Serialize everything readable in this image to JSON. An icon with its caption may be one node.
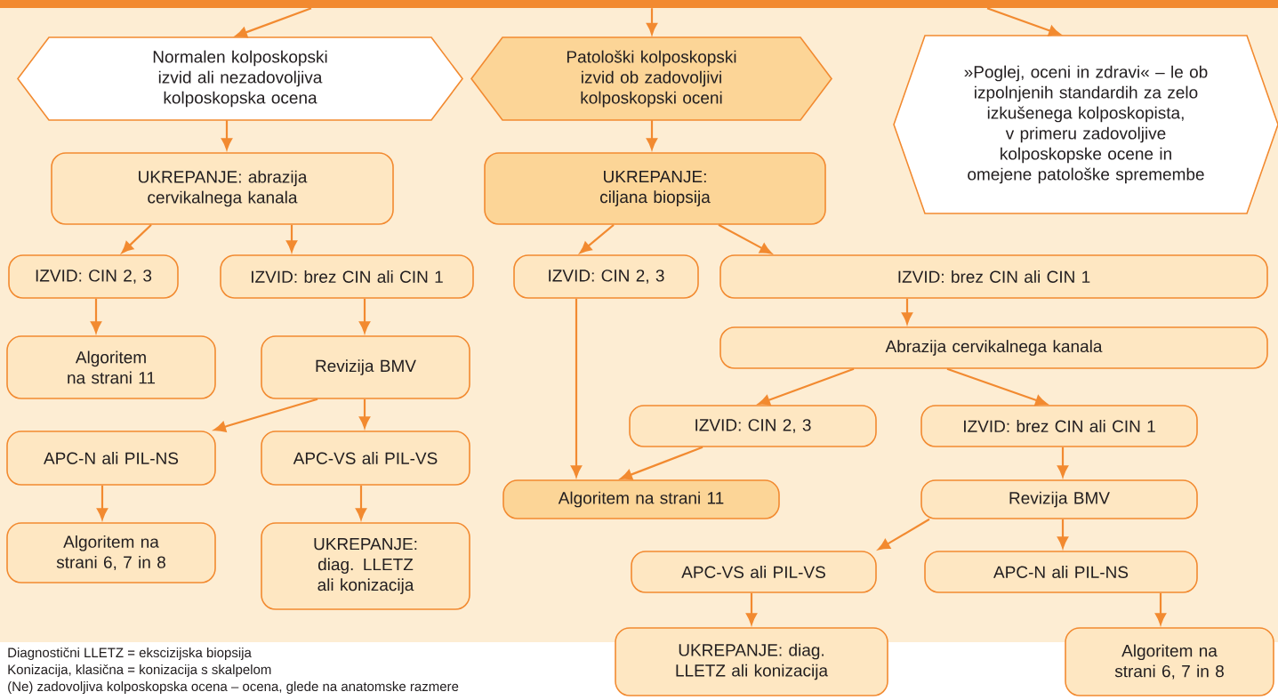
{
  "diagram": {
    "nodes": [
      {
        "text": [],
        "shape": "bar"
      },
      {
        "text": [
          "Normalen kolposkopski izvid ali nezadovoljiva kolposkopska ocena"
        ]
      },
      {
        "text": [
          "Patološki kolposkopski izvid ob zadovoljivi kolposkopski oceni"
        ]
      },
      {
        "text": [
          "»Poglej, oceni in zdravi« – le ob izpolnjenih standardih za zelo izkušenega kolposkopista, v primeru zadovoljive kolposkopske ocene in omejene patološke spremembe"
        ]
      },
      {
        "text": [
          "UKREPANJE: abrazija cervikalnega kanala"
        ]
      },
      {
        "text": [
          "UKREPANJE: ciljana biopsija"
        ]
      },
      {
        "text": [
          "IZVID: CIN 2, 3"
        ]
      },
      {
        "text": [
          "IZVID: brez CIN ali CIN 1"
        ]
      },
      {
        "text": [
          "IZVID: CIN 2, 3"
        ]
      },
      {
        "text": [
          "IZVID: brez CIN ali CIN 1"
        ]
      },
      {
        "text": [
          "Algoritem na strani 11"
        ]
      },
      {
        "text": [
          "Revizija BMV"
        ]
      },
      {
        "text": [
          "Abrazija cervikalnega kanala"
        ]
      },
      {
        "text": [
          "IZVID: CIN 2, 3"
        ]
      },
      {
        "text": [
          "IZVID: brez CIN ali CIN 1"
        ]
      },
      {
        "text": [
          "APC-N ali PIL-NS"
        ]
      },
      {
        "text": [
          "APC-VS ali PIL-VS"
        ]
      },
      {
        "text": [
          "Algoritem na strani 11"
        ]
      },
      {
        "text": [
          "Revizija BMV"
        ]
      },
      {
        "text": [
          "Algoritem na strani 6, 7 in 8"
        ]
      },
      {
        "text": [
          "UKREPANJE: diag. LLETZ ali konizacija"
        ]
      },
      {
        "text": [
          "APC-VS ali PIL-VS"
        ]
      },
      {
        "text": [
          "APC-N ali PIL-NS"
        ]
      },
      {
        "text": [
          "UKREPANJE: diag. LLETZ ali konizacija"
        ]
      },
      {
        "text": [
          "Algoritem na strani 6, 7 in 8"
        ]
      }
    ],
    "edges": [
      {
        "from": 0,
        "to": 1,
        "arrow": "to"
      },
      {
        "from": 0,
        "to": 2,
        "arrow": "to"
      },
      {
        "from": 0,
        "to": 3,
        "arrow": "to"
      },
      {
        "from": 1,
        "to": 4,
        "arrow": "to"
      },
      {
        "from": 2,
        "to": 5,
        "arrow": "to"
      },
      {
        "from": 4,
        "to": 6,
        "arrow": "to"
      },
      {
        "from": 4,
        "to": 7,
        "arrow": "to"
      },
      {
        "from": 5,
        "to": 8,
        "arrow": "to"
      },
      {
        "from": 5,
        "to": 9,
        "arrow": "to"
      },
      {
        "from": 6,
        "to": 10,
        "arrow": "to"
      },
      {
        "from": 7,
        "to": 11,
        "arrow": "to"
      },
      {
        "from": 8,
        "to": 17,
        "arrow": "to"
      },
      {
        "from": 9,
        "to": 12,
        "arrow": "to"
      },
      {
        "from": 12,
        "to": 13,
        "arrow": "to"
      },
      {
        "from": 12,
        "to": 14,
        "arrow": "to"
      },
      {
        "from": 11,
        "to": 15,
        "arrow": "to"
      },
      {
        "from": 11,
        "to": 16,
        "arrow": "to"
      },
      {
        "from": 13,
        "to": 17,
        "arrow": "to"
      },
      {
        "from": 14,
        "to": 18,
        "arrow": "to"
      },
      {
        "from": 15,
        "to": 19,
        "arrow": "to"
      },
      {
        "from": 16,
        "to": 20,
        "arrow": "to"
      },
      {
        "from": 18,
        "to": 21,
        "arrow": "to"
      },
      {
        "from": 18,
        "to": 22,
        "arrow": "to"
      },
      {
        "from": 21,
        "to": 23,
        "arrow": "to"
      },
      {
        "from": 22,
        "to": 24,
        "arrow": "to"
      }
    ],
    "labels": [
      "Diagnostični LLETZ = ekscizijska biopsija",
      "Konizacija, klasična = konizacija s skalpelom",
      "(Ne) zadovoljiva kolposkopska ocena – ocena, glede na anatomske razmere"
    ]
  }
}
